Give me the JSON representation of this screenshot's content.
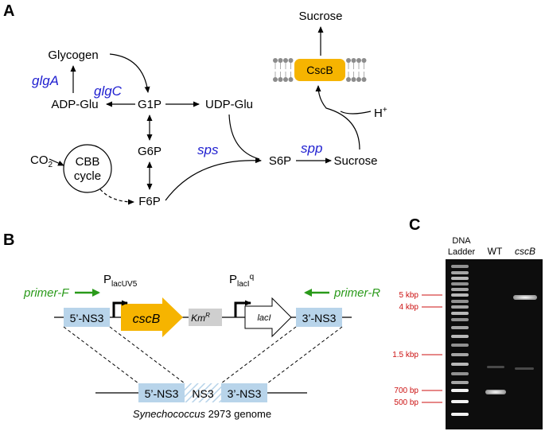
{
  "panels": {
    "a": "A",
    "b": "B",
    "c": "C"
  },
  "pathway": {
    "metabolites": {
      "glycogen": "Glycogen",
      "adp_glu": "ADP-Glu",
      "g1p": "G1P",
      "udp_glu": "UDP-Glu",
      "g6p": "G6P",
      "f6p": "F6P",
      "s6p": "S6P",
      "sucrose_cell": "Sucrose",
      "sucrose_out": "Sucrose",
      "co2_main": "CO",
      "co2_sub": "2",
      "proton_main": "H",
      "proton_sup": "+"
    },
    "enzymes": {
      "glgA": "glgA",
      "glgC": "glgC",
      "sps": "sps",
      "spp": "spp"
    },
    "cbb": [
      "CBB",
      "cycle"
    ],
    "transporter": "CscB",
    "colors": {
      "enzyme": "#1f1fd0",
      "transporter": "#f6b400",
      "membrane_head": "#8c8c8c"
    }
  },
  "construct": {
    "primer_f": "primer-F",
    "primer_r": "primer-R",
    "ns3_5": "5’-NS3",
    "ns3_3": "3’-NS3",
    "cscB": "cscB",
    "km_main": "Km",
    "km_sup": "R",
    "lacI": "lacI",
    "promoter1_main": "P",
    "promoter1_sub": "lacUV5",
    "promoter2_main": "P",
    "promoter2_sub": "lacI",
    "promoter2_sup": "q",
    "genome_5": "5’-NS3",
    "genome_ns3": "NS3",
    "genome_3": "3’-NS3",
    "genome_caption_italic": "Synechococcus",
    "genome_caption_rest": " 2973 genome",
    "colors": {
      "ns3_box": "#b8d4ea",
      "cscB_arrow": "#f6b400",
      "km_box": "#cfcfcf",
      "primer": "#2a9a1a"
    }
  },
  "gel": {
    "lanes": [
      "DNA",
      "Ladder",
      "WT",
      "cscB"
    ],
    "markers": [
      "5 kbp",
      "4 kbp",
      "1.5 kbp",
      "700 bp",
      "500 bp"
    ],
    "colors": {
      "marker": "#cc1111"
    }
  }
}
